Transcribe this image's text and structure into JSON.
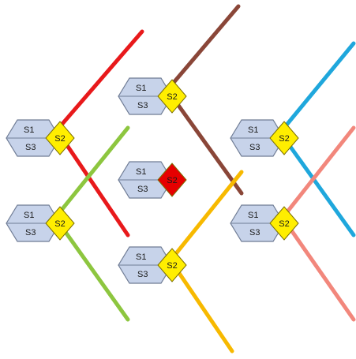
{
  "labels": {
    "s1": "S1",
    "s2": "S2",
    "s3": "S3"
  },
  "colors": {
    "box_fill": "#c7d3ea",
    "box_edge": "#6f7c95",
    "face_default": "#ffee00",
    "face_highlight": "#e60000",
    "red": "#e8191b",
    "brown": "#8a4638",
    "blue": "#1fa7dc",
    "green": "#8dc63f",
    "orange": "#f7b900",
    "pink": "#f2877c"
  },
  "units": [
    {
      "id": "left-upper",
      "face": "face_default"
    },
    {
      "id": "left-lower",
      "face": "face_default"
    },
    {
      "id": "center-top",
      "face": "face_default"
    },
    {
      "id": "center-mid",
      "face": "face_highlight"
    },
    {
      "id": "center-bottom",
      "face": "face_default"
    },
    {
      "id": "right-upper",
      "face": "face_default"
    },
    {
      "id": "right-lower",
      "face": "face_default"
    }
  ],
  "paths": [
    {
      "id": "red-path",
      "color": "red"
    },
    {
      "id": "brown-path",
      "color": "brown"
    },
    {
      "id": "blue-path",
      "color": "blue"
    },
    {
      "id": "green-path",
      "color": "green"
    },
    {
      "id": "orange-path",
      "color": "orange"
    },
    {
      "id": "pink-path",
      "color": "pink"
    }
  ]
}
